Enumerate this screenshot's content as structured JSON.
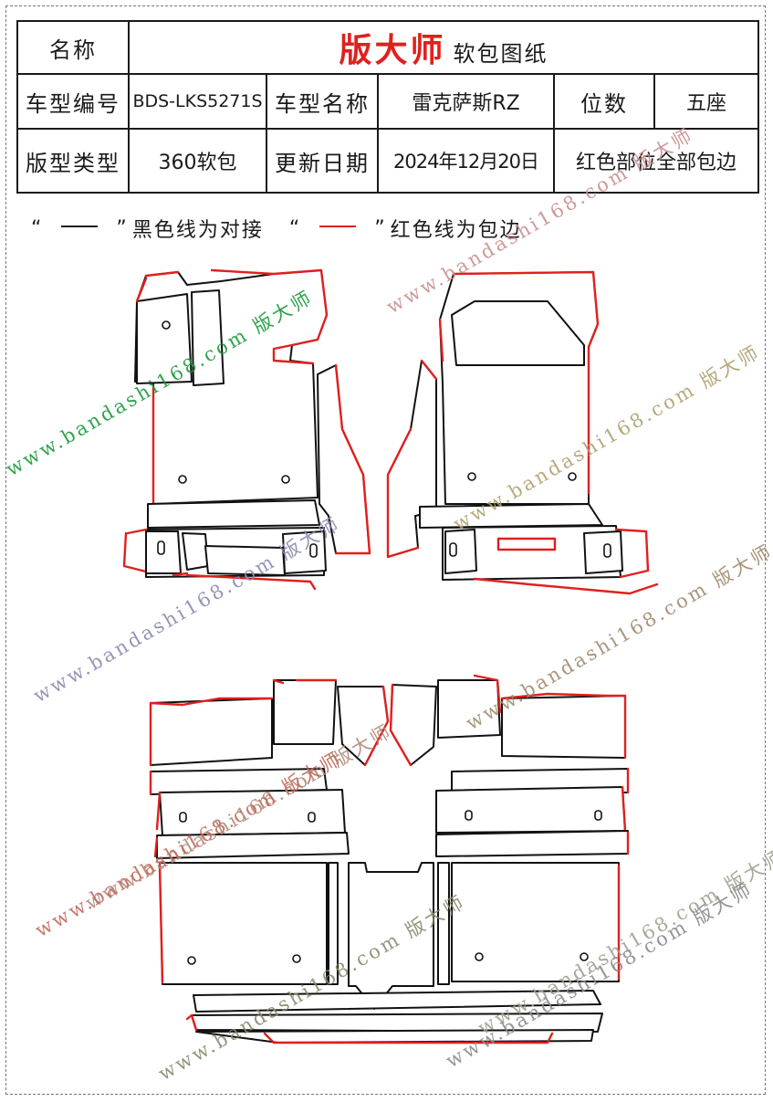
{
  "header": {
    "name_label": "名称",
    "brand": "版大师",
    "doc_type": "软包图纸",
    "model_code_label": "车型编号",
    "model_code": "BDS-LKS5271S",
    "model_name_label": "车型名称",
    "model_name": "雷克萨斯RZ",
    "seats_label": "位数",
    "seats": "五座",
    "pattern_type_label": "版型类型",
    "pattern_type": "360软包",
    "update_label": "更新日期",
    "update_date": "2024年12月20日",
    "note": "红色部位全部包边"
  },
  "legend": {
    "quote_open": "“",
    "quote_close": "”",
    "black_text": "黑色线为对接",
    "red_text": "红色线为包边",
    "black_color": "#1a1a1a",
    "red_color": "#e0201e"
  },
  "watermarks": [
    {
      "text": "www.bandashi168.com 版大师",
      "color": "#1a9a3a"
    },
    {
      "text": "www.bandashi168.com 版大师",
      "color": "#c89090"
    },
    {
      "text": "www.bandashi168.com 版大师",
      "color": "#b0a070"
    },
    {
      "text": "www.bandashi168.com 版大师",
      "color": "#8a8ab0"
    },
    {
      "text": "www.bandashi168.com 版大师",
      "color": "#a08a70"
    },
    {
      "text": "www.bandashi168.com 版大师",
      "color": "#b08a7a"
    },
    {
      "text": "www.bandashi168.com 版大师",
      "color": "#c06a5a"
    },
    {
      "text": "www.bandashi168.com 版大师",
      "color": "#8a8a70"
    },
    {
      "text": "www.bandashi168.com 版大师",
      "color": "#a0a090"
    },
    {
      "text": "www.bandashi168.com 版大师",
      "color": "#8a8a8a"
    }
  ]
}
